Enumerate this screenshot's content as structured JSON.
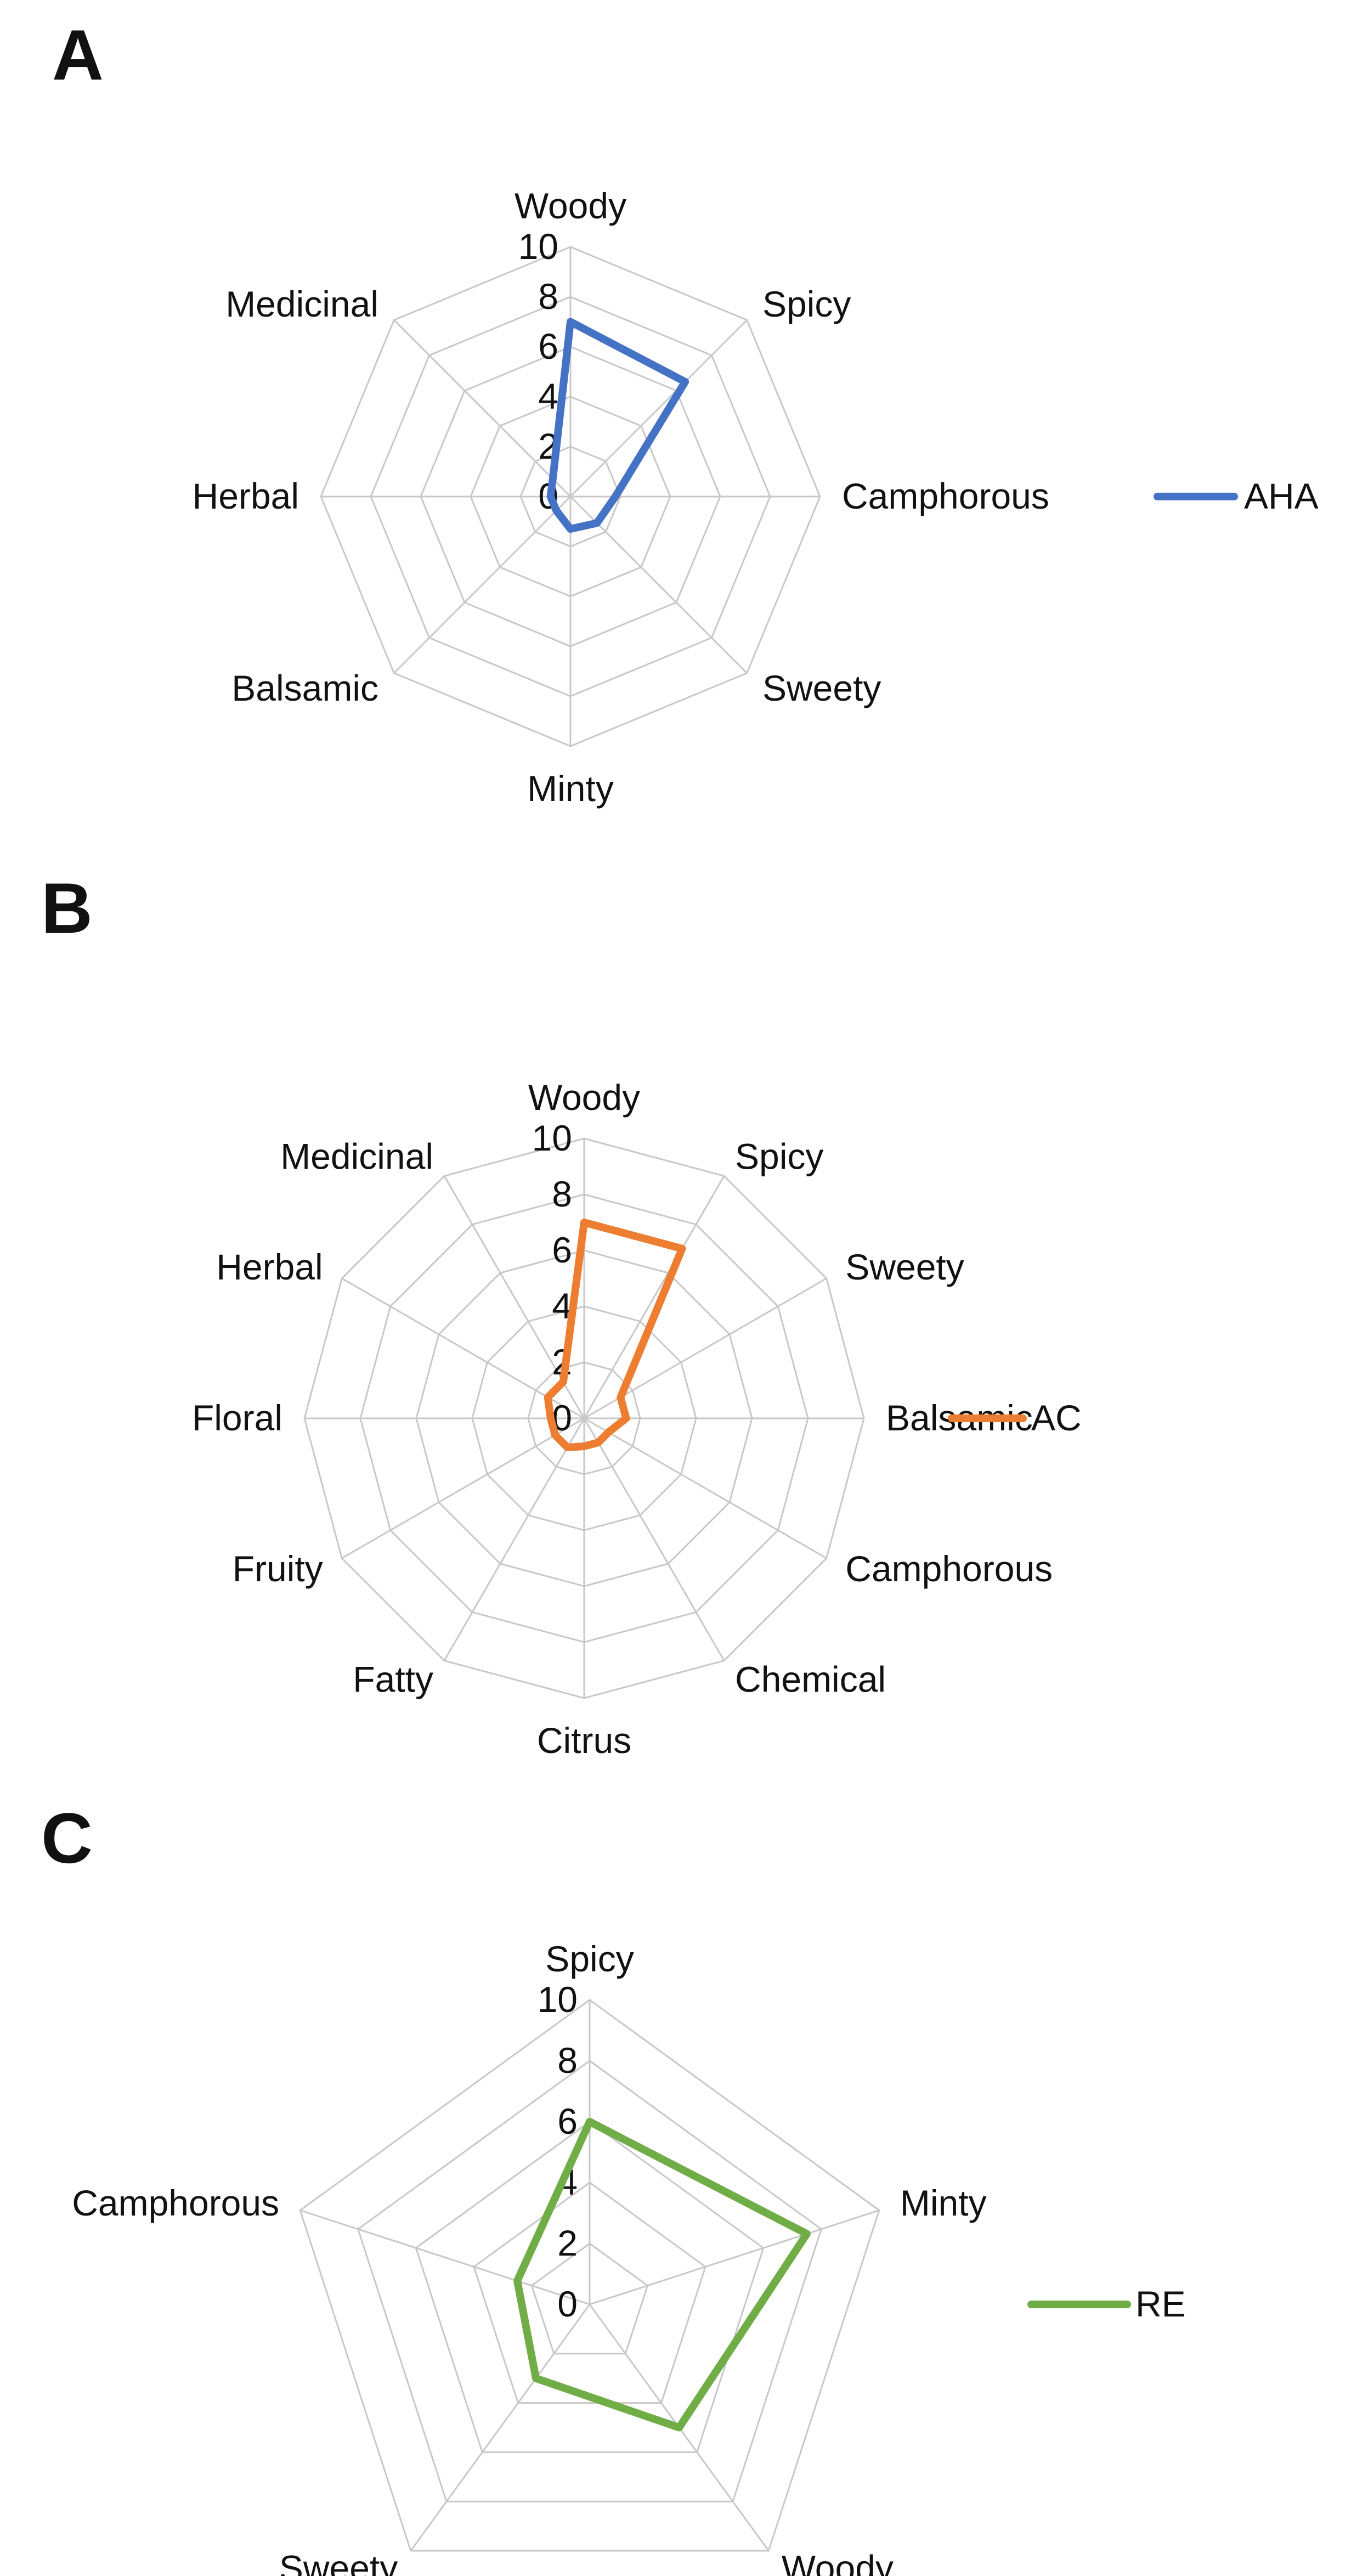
{
  "chart_data": [
    {
      "type": "radar",
      "panel_label": "A",
      "axes": [
        "Woody",
        "Spicy",
        "Camphorous",
        "Sweety",
        "Minty",
        "Balsamic",
        "Herbal",
        "Medicinal"
      ],
      "range": [
        0,
        10
      ],
      "ticks": [
        "0",
        "2",
        "4",
        "6",
        "8",
        "10"
      ],
      "grid": true,
      "legend_position": "right",
      "series": [
        {
          "name": "AHA",
          "color": "#4472C4",
          "values": [
            7.0,
            6.5,
            1.8,
            1.5,
            1.3,
            0.8,
            0.8,
            1.0
          ]
        }
      ]
    },
    {
      "type": "radar",
      "panel_label": "B",
      "axes": [
        "Woody",
        "Spicy",
        "Sweety",
        "Balsamic",
        "Camphorous",
        "Chemical",
        "Citrus",
        "Fatty",
        "Fruity",
        "Floral",
        "Herbal",
        "Medicinal"
      ],
      "range": [
        0,
        10
      ],
      "ticks": [
        "0",
        "2",
        "4",
        "6",
        "8",
        "10"
      ],
      "grid": true,
      "legend_position": "right",
      "series": [
        {
          "name": "AC",
          "color": "#ED7D31",
          "values": [
            7.0,
            7.0,
            1.5,
            1.5,
            1.0,
            1.0,
            1.0,
            1.2,
            1.2,
            1.2,
            1.5,
            1.5
          ]
        }
      ]
    },
    {
      "type": "radar",
      "panel_label": "C",
      "axes": [
        "Spicy",
        "Minty",
        "Woody",
        "Sweety",
        "Camphorous"
      ],
      "range": [
        0,
        10
      ],
      "ticks": [
        "0",
        "2",
        "4",
        "6",
        "8",
        "10"
      ],
      "grid": true,
      "legend_position": "right",
      "series": [
        {
          "name": "RE",
          "color": "#70AD47",
          "values": [
            6.0,
            7.5,
            5.0,
            3.0,
            2.5
          ]
        }
      ]
    }
  ]
}
